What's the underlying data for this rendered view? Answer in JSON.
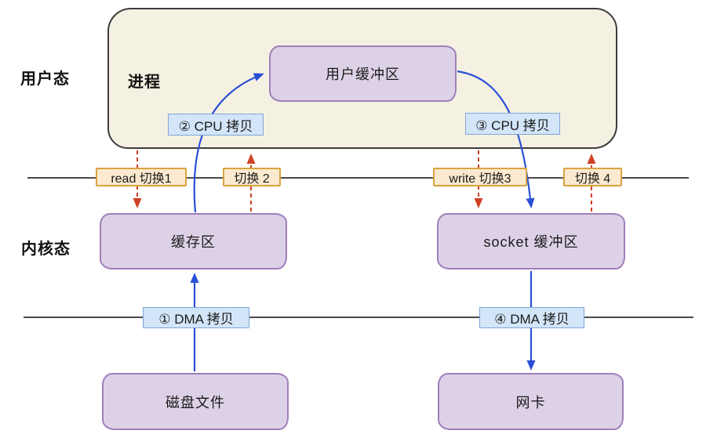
{
  "diagram": {
    "title_hint": "传统 I/O 读写数据流程图",
    "regions": {
      "user_mode": "用户态",
      "kernel_mode": "内核态",
      "process": "进程"
    },
    "nodes": {
      "user_buffer": "用户缓冲区",
      "kernel_buffer": "缓存区",
      "socket_buffer": "socket 缓冲区",
      "disk_file": "磁盘文件",
      "nic": "网卡"
    },
    "copy_labels": {
      "dma_copy_1": "① DMA 拷贝",
      "cpu_copy_2": "② CPU 拷贝",
      "cpu_copy_3": "③ CPU 拷贝",
      "dma_copy_4": "④ DMA 拷贝"
    },
    "switch_labels": {
      "switch_1": "read 切换1",
      "switch_2": "切换 2",
      "switch_3": "write 切换3",
      "switch_4": "切换 4"
    },
    "colors": {
      "process_fill": "#f5f1e2",
      "process_border": "#3c3c3c",
      "node_fill": "#ddd1e7",
      "node_border": "#a07fb9",
      "copy_label_fill": "#d3e5f8",
      "copy_label_border": "#7ea6d6",
      "switch_label_fill": "#fcead0",
      "switch_label_border": "#d9a440",
      "arrow_blue": "#2a4fd6",
      "arrow_red": "#cf4226",
      "boundary_line": "#4a4a4a"
    }
  }
}
